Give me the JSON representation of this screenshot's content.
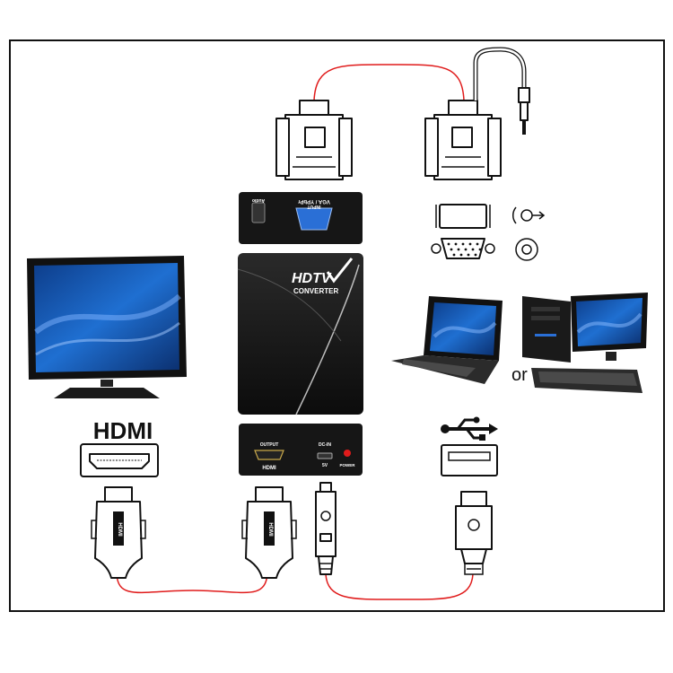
{
  "labels": {
    "hdmi_logo": "HDMI",
    "or": "or",
    "brand": "HDTV",
    "brand_sub": "CONVERTER",
    "vga_input": "VGA / YPbPr",
    "vga_input_sub": "INPUT",
    "audio": "Audio",
    "output": "OUTPUT",
    "hdmi_port_label": "HDMI",
    "dc_in": "DC-IN",
    "dc_5v": "5V",
    "power": "POWER"
  },
  "colors": {
    "cable": "#e01b1b",
    "device": "#161616",
    "screen_blue": "#1a5fb4",
    "vga_port_blue": "#2a6fd6",
    "power_led": "#e01b1b"
  },
  "icons": [
    "vga-connector-icon",
    "audio-jack-icon",
    "usb-symbol-icon",
    "hdmi-plug-icon",
    "usb-plug-icon",
    "tv-monitor-icon",
    "laptop-icon",
    "desktop-pc-icon"
  ]
}
